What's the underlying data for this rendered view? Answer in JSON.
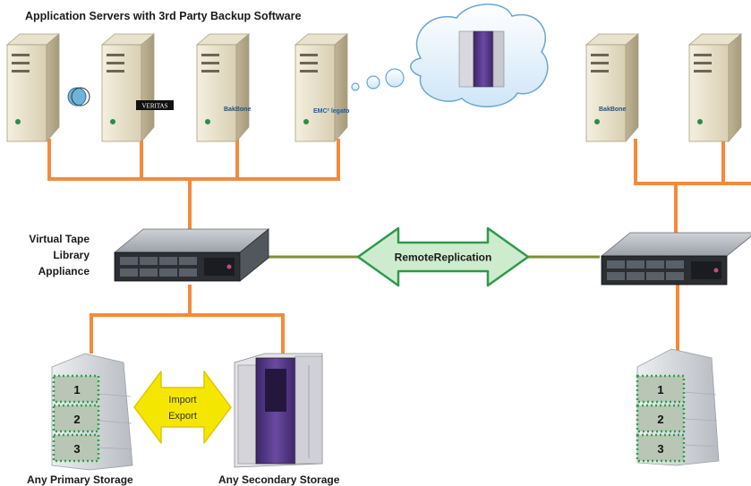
{
  "title": "Application Servers with 3rd Party Backup Software",
  "vtl_label": [
    "Virtual Tape",
    "Library",
    "Appliance"
  ],
  "replication_label": "RemoteReplication",
  "import_label": "Import",
  "export_label": "Export",
  "primary_storage_label": "Any Primary Storage",
  "secondary_storage_label": "Any Secondary Storage",
  "server_brands": [
    "",
    "VERITAS",
    "BakBone",
    "EMC² legato",
    "BakBone",
    ""
  ],
  "disk_numbers": [
    "1",
    "2",
    "3"
  ],
  "colors": {
    "connection": "#f58a3a",
    "replication_line": "#7f8c3a",
    "arrow_green_fill": "#cdeccd",
    "arrow_green_stroke": "#2e9a4a",
    "arrow_yellow": "#f5e600",
    "server_beige": "#ddd3b8",
    "purple_library": "#5b3b8c"
  },
  "icons": [
    "server-tower-icon",
    "vtl-appliance-icon",
    "disk-array-icon",
    "tape-library-icon",
    "thought-cloud-icon"
  ]
}
